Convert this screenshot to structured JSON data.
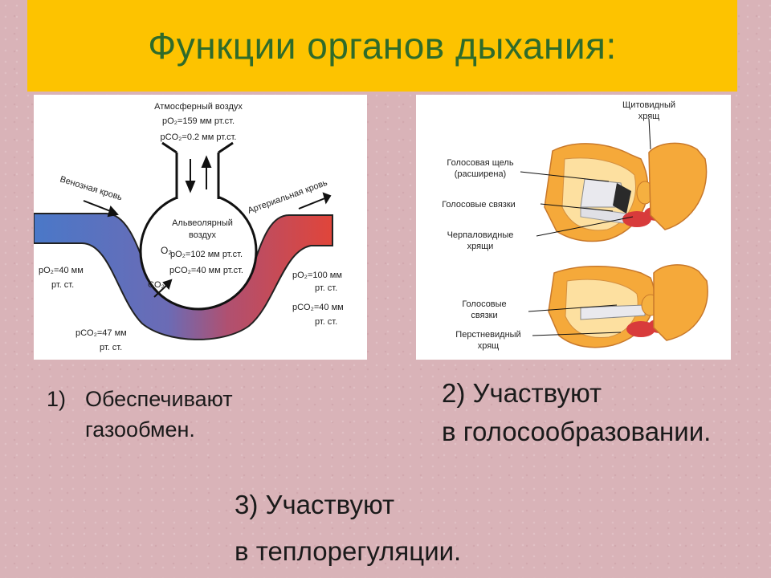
{
  "slide": {
    "title": "Функции органов дыхания:",
    "colors": {
      "title_bar": "#fdc300",
      "title_text": "#2f6b2a",
      "background": "#d9b3b8"
    }
  },
  "left_diagram": {
    "atm_title": "Атмосферный воздух",
    "atm_po2": "pO₂=159 мм рт.ст.",
    "atm_pco2": "pCO₂=0.2 мм рт.ст.",
    "venous_label": "Венозная кровь",
    "arterial_label": "Артериальная кровь",
    "alv_title_1": "Альвеолярный",
    "alv_title_2": "воздух",
    "alv_po2": "pO₂=102 мм рт.ст.",
    "alv_pco2": "pCO₂=40 мм рт.ст.",
    "o2_label": "O₂",
    "co2_label": "CO₂",
    "ven_po2_1": "pO₂=40 мм",
    "ven_po2_2": "рт. ст.",
    "ven_pco2_1": "pCO₂=47 мм",
    "ven_pco2_2": "рт. ст.",
    "art_po2_1": "pO₂=100 мм",
    "art_po2_2": "рт. ст.",
    "art_pco2_1": "pCO₂=40 мм",
    "art_pco2_2": "рт. ст."
  },
  "right_diagram": {
    "thyroid_1": "Щитовидный",
    "thyroid_2": "хрящ",
    "glottis_1": "Голосовая щель",
    "glottis_2": "(расширена)",
    "vocal_cords": "Голосовые связки",
    "arytenoid_1": "Черпаловидные",
    "arytenoid_2": "хрящи",
    "vocal_cords2_1": "Голосовые",
    "vocal_cords2_2": "связки",
    "cricoid_1": "Перстневидный",
    "cricoid_2": "хрящ"
  },
  "items": [
    {
      "num": "1)",
      "line1": "Обеспечивают",
      "line2": "газообмен."
    },
    {
      "line1": "2) Участвуют",
      "line2": "в голосообразовании."
    },
    {
      "line1": "3) Участвуют",
      "line2": "в теплорегуляции."
    }
  ]
}
